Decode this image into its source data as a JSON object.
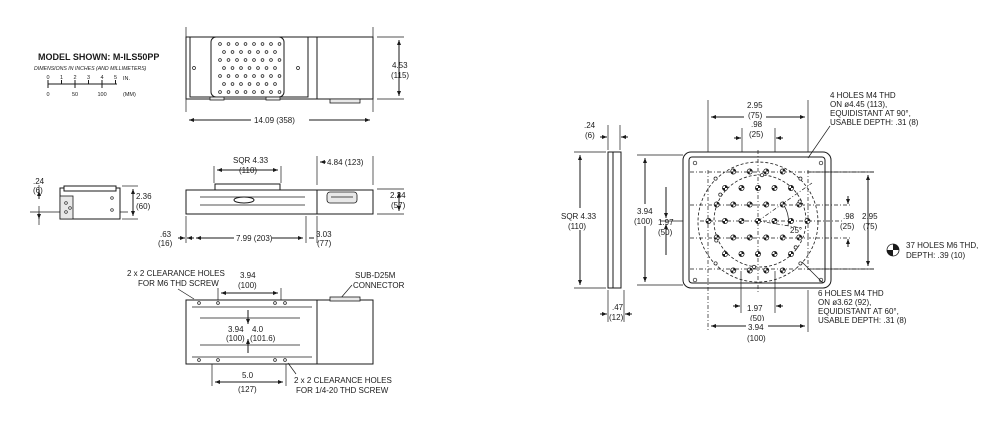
{
  "model": {
    "title": "MODEL SHOWN: M-ILS50PP",
    "subtitle": "DIMENSIONS IN INCHES (AND MILLIMETERS)",
    "scale_in_unit": "IN.",
    "scale_mm_unit": "(MM)",
    "scale_in_ticks": [
      "0",
      "1",
      "2",
      "3",
      "4",
      "5"
    ],
    "scale_mm_ticks": [
      "0",
      "50",
      "100"
    ]
  },
  "top_view": {
    "height_in": "4.53",
    "height_mm": "(115)",
    "length": "14.09 (358)"
  },
  "side_views": {
    "left_height_in": "2.36",
    "left_height_mm": "(60)",
    "left_thick_in": ".24",
    "left_thick_mm": "(6)",
    "sqr_in": "SQR 4.33",
    "sqr_mm": "(110)",
    "motor_len": "4.84 (123)",
    "right_height_in": "2.24",
    "right_height_mm": "(57)",
    "base_in": ".63",
    "base_mm": "(16)",
    "travel": "7.99 (203)",
    "end_in": "3.03",
    "end_mm": "(77)"
  },
  "bottom_view": {
    "m6_note_1": "2 x 2 CLEARANCE HOLES",
    "m6_note_2": "FOR M6 THD SCREW",
    "top_spacing_in": "3.94",
    "top_spacing_mm": "(100)",
    "connector_1": "SUB-D25M",
    "connector_2": "CONNECTOR",
    "vert_a_in": "3.94",
    "vert_a_mm": "(100)",
    "vert_b_in": "4.0",
    "vert_b_mm": "(101.6)",
    "bottom_spacing_in": "5.0",
    "bottom_spacing_mm": "(127)",
    "imp_note_1": "2 x 2 CLEARANCE HOLES",
    "imp_note_2": "FOR 1/4-20 THD SCREW"
  },
  "carriage": {
    "thick_in": ".24",
    "thick_mm": "(6)",
    "sqr_in": "SQR 4.33",
    "sqr_mm": "(110)",
    "bot_in": ".47",
    "bot_mm": "(12)",
    "h394_in": "3.94",
    "h394_mm": "(100)",
    "h197_in": "1.97",
    "h197_mm": "(50)",
    "top295_in": "2.95",
    "top295_mm": "(75)",
    "top98_in": ".98",
    "top98_mm": "(25)",
    "r98_in": ".98",
    "r98_mm": "(25)",
    "r295_in": "2.95",
    "r295_mm": "(75)",
    "angle": "25°",
    "b197_in": "1.97",
    "b197_mm": "(50)",
    "b394_in": "3.94",
    "b394_mm": "(100)",
    "note4_1": "4 HOLES M4 THD",
    "note4_2": "ON ø4.45 (113),",
    "note4_3": "EQUIDISTANT AT 90°,",
    "note4_4": "USABLE DEPTH: .31 (8)",
    "note37_1": "37 HOLES M6 THD,",
    "note37_2": "DEPTH: .39 (10)",
    "note6_1": "6 HOLES M4 THD",
    "note6_2": "ON ø3.62 (92),",
    "note6_3": "EQUIDISTANT AT 60°,",
    "note6_4": "USABLE DEPTH: .31 (8)"
  }
}
